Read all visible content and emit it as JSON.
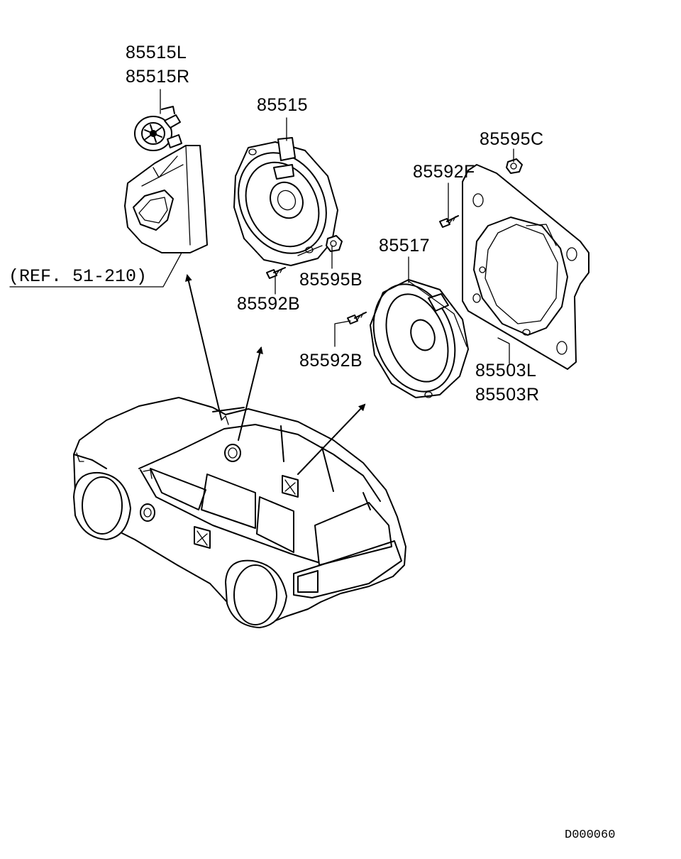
{
  "labels": {
    "tweeter_left": "85515L",
    "tweeter_right": "85515R",
    "front_speaker": "85515",
    "nut_c": "85595C",
    "screw_f": "85592F",
    "rear_speaker": "85517",
    "nut_b": "85595B",
    "screw_b_front": "85592B",
    "screw_b_rear": "85592B",
    "bracket_left": "85503L",
    "bracket_right": "85503R",
    "reference": "(REF. 51-210)",
    "diagram_code": "D000060"
  }
}
